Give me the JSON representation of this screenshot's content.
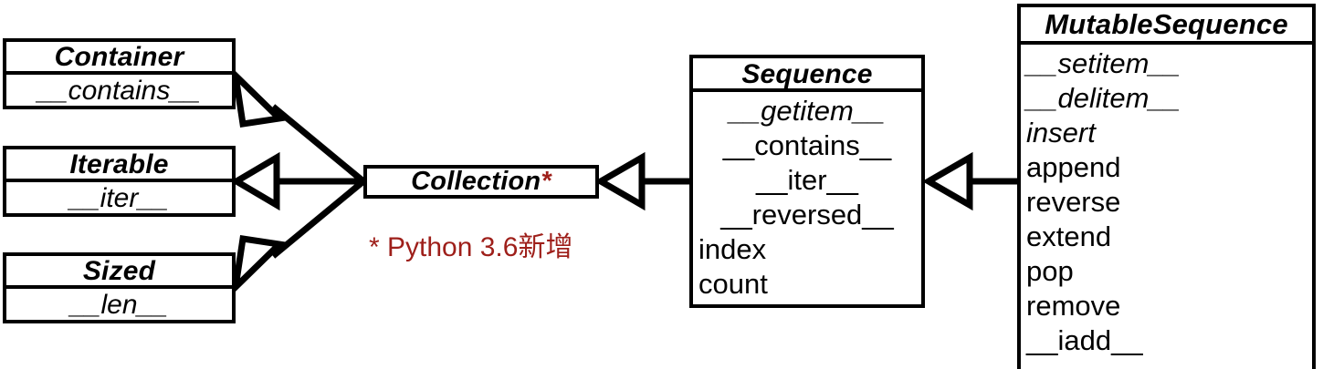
{
  "diagram": {
    "title": "Python collections.abc Sequence hierarchy (UML class diagram)",
    "colors": {
      "line": "#000000",
      "box_fill": "#ffffff",
      "annotation_red": "#9e1f1a"
    }
  },
  "classes": {
    "container": {
      "name": "Container",
      "abstract": true,
      "members": [
        "__contains__"
      ]
    },
    "iterable": {
      "name": "Iterable",
      "abstract": true,
      "members": [
        "__iter__"
      ]
    },
    "sized": {
      "name": "Sized",
      "abstract": true,
      "members": [
        "__len__"
      ]
    },
    "collection": {
      "name": "Collection",
      "marker": "*",
      "abstract": true,
      "members": []
    },
    "sequence": {
      "name": "Sequence",
      "abstract": true,
      "members": [
        {
          "label": "__getitem__",
          "abstract": true
        },
        {
          "label": "__contains__",
          "abstract": false
        },
        {
          "label": "__iter__",
          "abstract": false
        },
        {
          "label": "__reversed__",
          "abstract": false
        },
        {
          "label": "index",
          "abstract": false
        },
        {
          "label": "count",
          "abstract": false
        }
      ]
    },
    "mutablesequence": {
      "name": "MutableSequence",
      "abstract": true,
      "members": [
        {
          "label": "__setitem__",
          "abstract": true
        },
        {
          "label": "__delitem__",
          "abstract": true
        },
        {
          "label": "insert",
          "abstract": true
        },
        {
          "label": "append",
          "abstract": false
        },
        {
          "label": "reverse",
          "abstract": false
        },
        {
          "label": "extend",
          "abstract": false
        },
        {
          "label": "pop",
          "abstract": false
        },
        {
          "label": "remove",
          "abstract": false
        },
        {
          "label": "__iadd__",
          "abstract": false
        }
      ]
    }
  },
  "annotations": {
    "python36": "* Python 3.6新增"
  },
  "relationships": [
    {
      "type": "generalization",
      "from": "Collection",
      "to": "Container"
    },
    {
      "type": "generalization",
      "from": "Collection",
      "to": "Iterable"
    },
    {
      "type": "generalization",
      "from": "Collection",
      "to": "Sized"
    },
    {
      "type": "generalization",
      "from": "Sequence",
      "to": "Collection"
    },
    {
      "type": "generalization",
      "from": "MutableSequence",
      "to": "Sequence"
    }
  ]
}
